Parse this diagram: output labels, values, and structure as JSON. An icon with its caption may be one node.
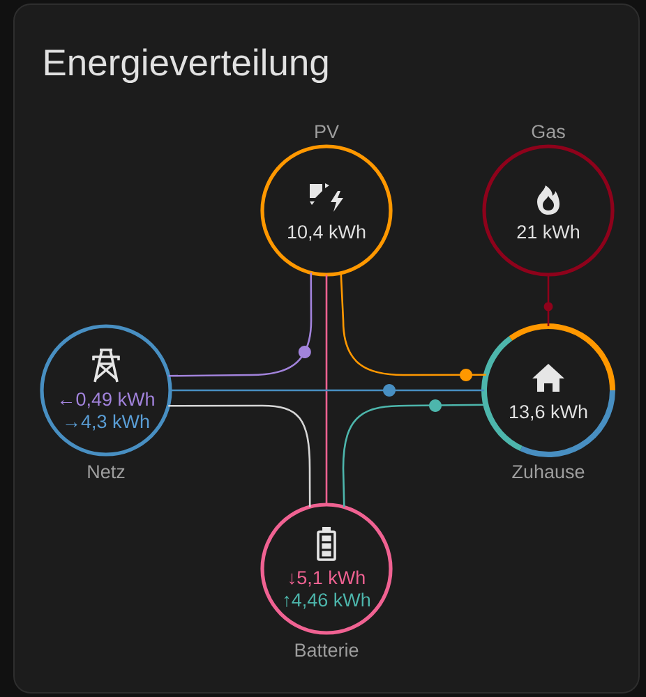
{
  "diagram": {
    "title": "Energieverteilung",
    "nodes": [
      {
        "text": [
          "10,4 kWh"
        ],
        "beside": [
          "PV"
        ]
      },
      {
        "text": [
          "21 kWh"
        ],
        "beside": [
          "Gas"
        ]
      },
      {
        "text": [
          "←0,49 kWh",
          "→4,3 kWh"
        ],
        "beside": [
          "Netz"
        ]
      },
      {
        "text": [
          "13,6 kWh"
        ],
        "beside": [
          "Zuhause"
        ]
      },
      {
        "text": [
          "↓5,1 kWh",
          "↑4,46 kWh"
        ],
        "beside": [
          "Batterie"
        ]
      }
    ],
    "edges": [
      {
        "from": 0,
        "to": 2,
        "arrow": "none",
        "color": "#a283dc"
      },
      {
        "from": 0,
        "to": 3,
        "arrow": "none",
        "color": "#ff9800"
      },
      {
        "from": 0,
        "to": 4,
        "arrow": "none",
        "color": "#f06292"
      },
      {
        "from": 1,
        "to": 3,
        "arrow": "none",
        "color": "#8e021b"
      },
      {
        "from": 2,
        "to": 3,
        "arrow": "none",
        "color": "#488fc2"
      },
      {
        "from": 2,
        "to": 4,
        "arrow": "none",
        "color": "#d6d6d6"
      },
      {
        "from": 4,
        "to": 3,
        "arrow": "none",
        "color": "#4db6ac"
      }
    ]
  }
}
